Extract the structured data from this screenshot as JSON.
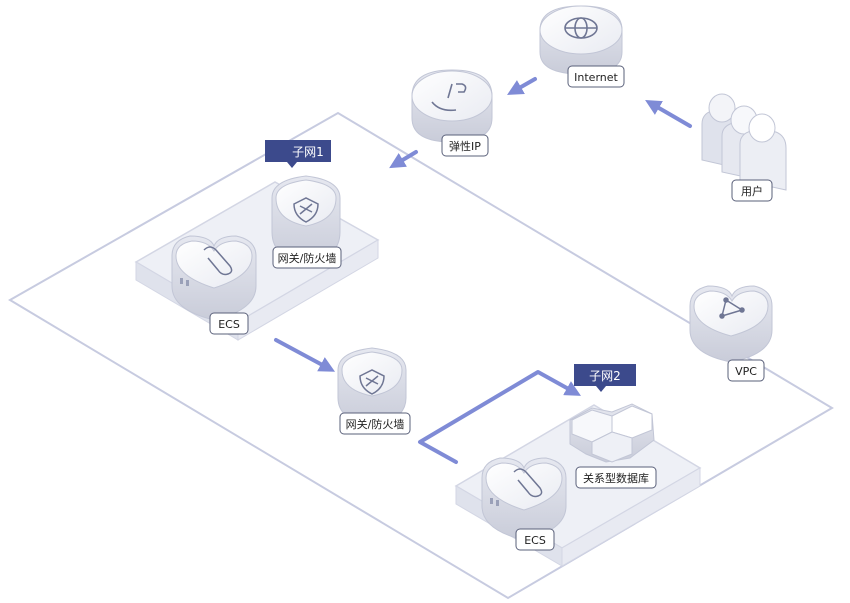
{
  "labels": {
    "internet": "Internet",
    "eip": "弹性IP",
    "user": "用户",
    "subnet1": "子网1",
    "subnet2": "子网2",
    "gateway1": "网关/防火墙",
    "gateway2": "网关/防火墙",
    "ecs1": "ECS",
    "ecs2": "ECS",
    "rds": "关系型数据库",
    "vpc": "VPC"
  },
  "colors": {
    "arrow": "#7f8bd6",
    "tag": "#3c4a8c",
    "outline": "#c7cbe0",
    "device_top": "#f3f4f8",
    "device_side": "#d7dae6",
    "icon": "#6f7694"
  }
}
